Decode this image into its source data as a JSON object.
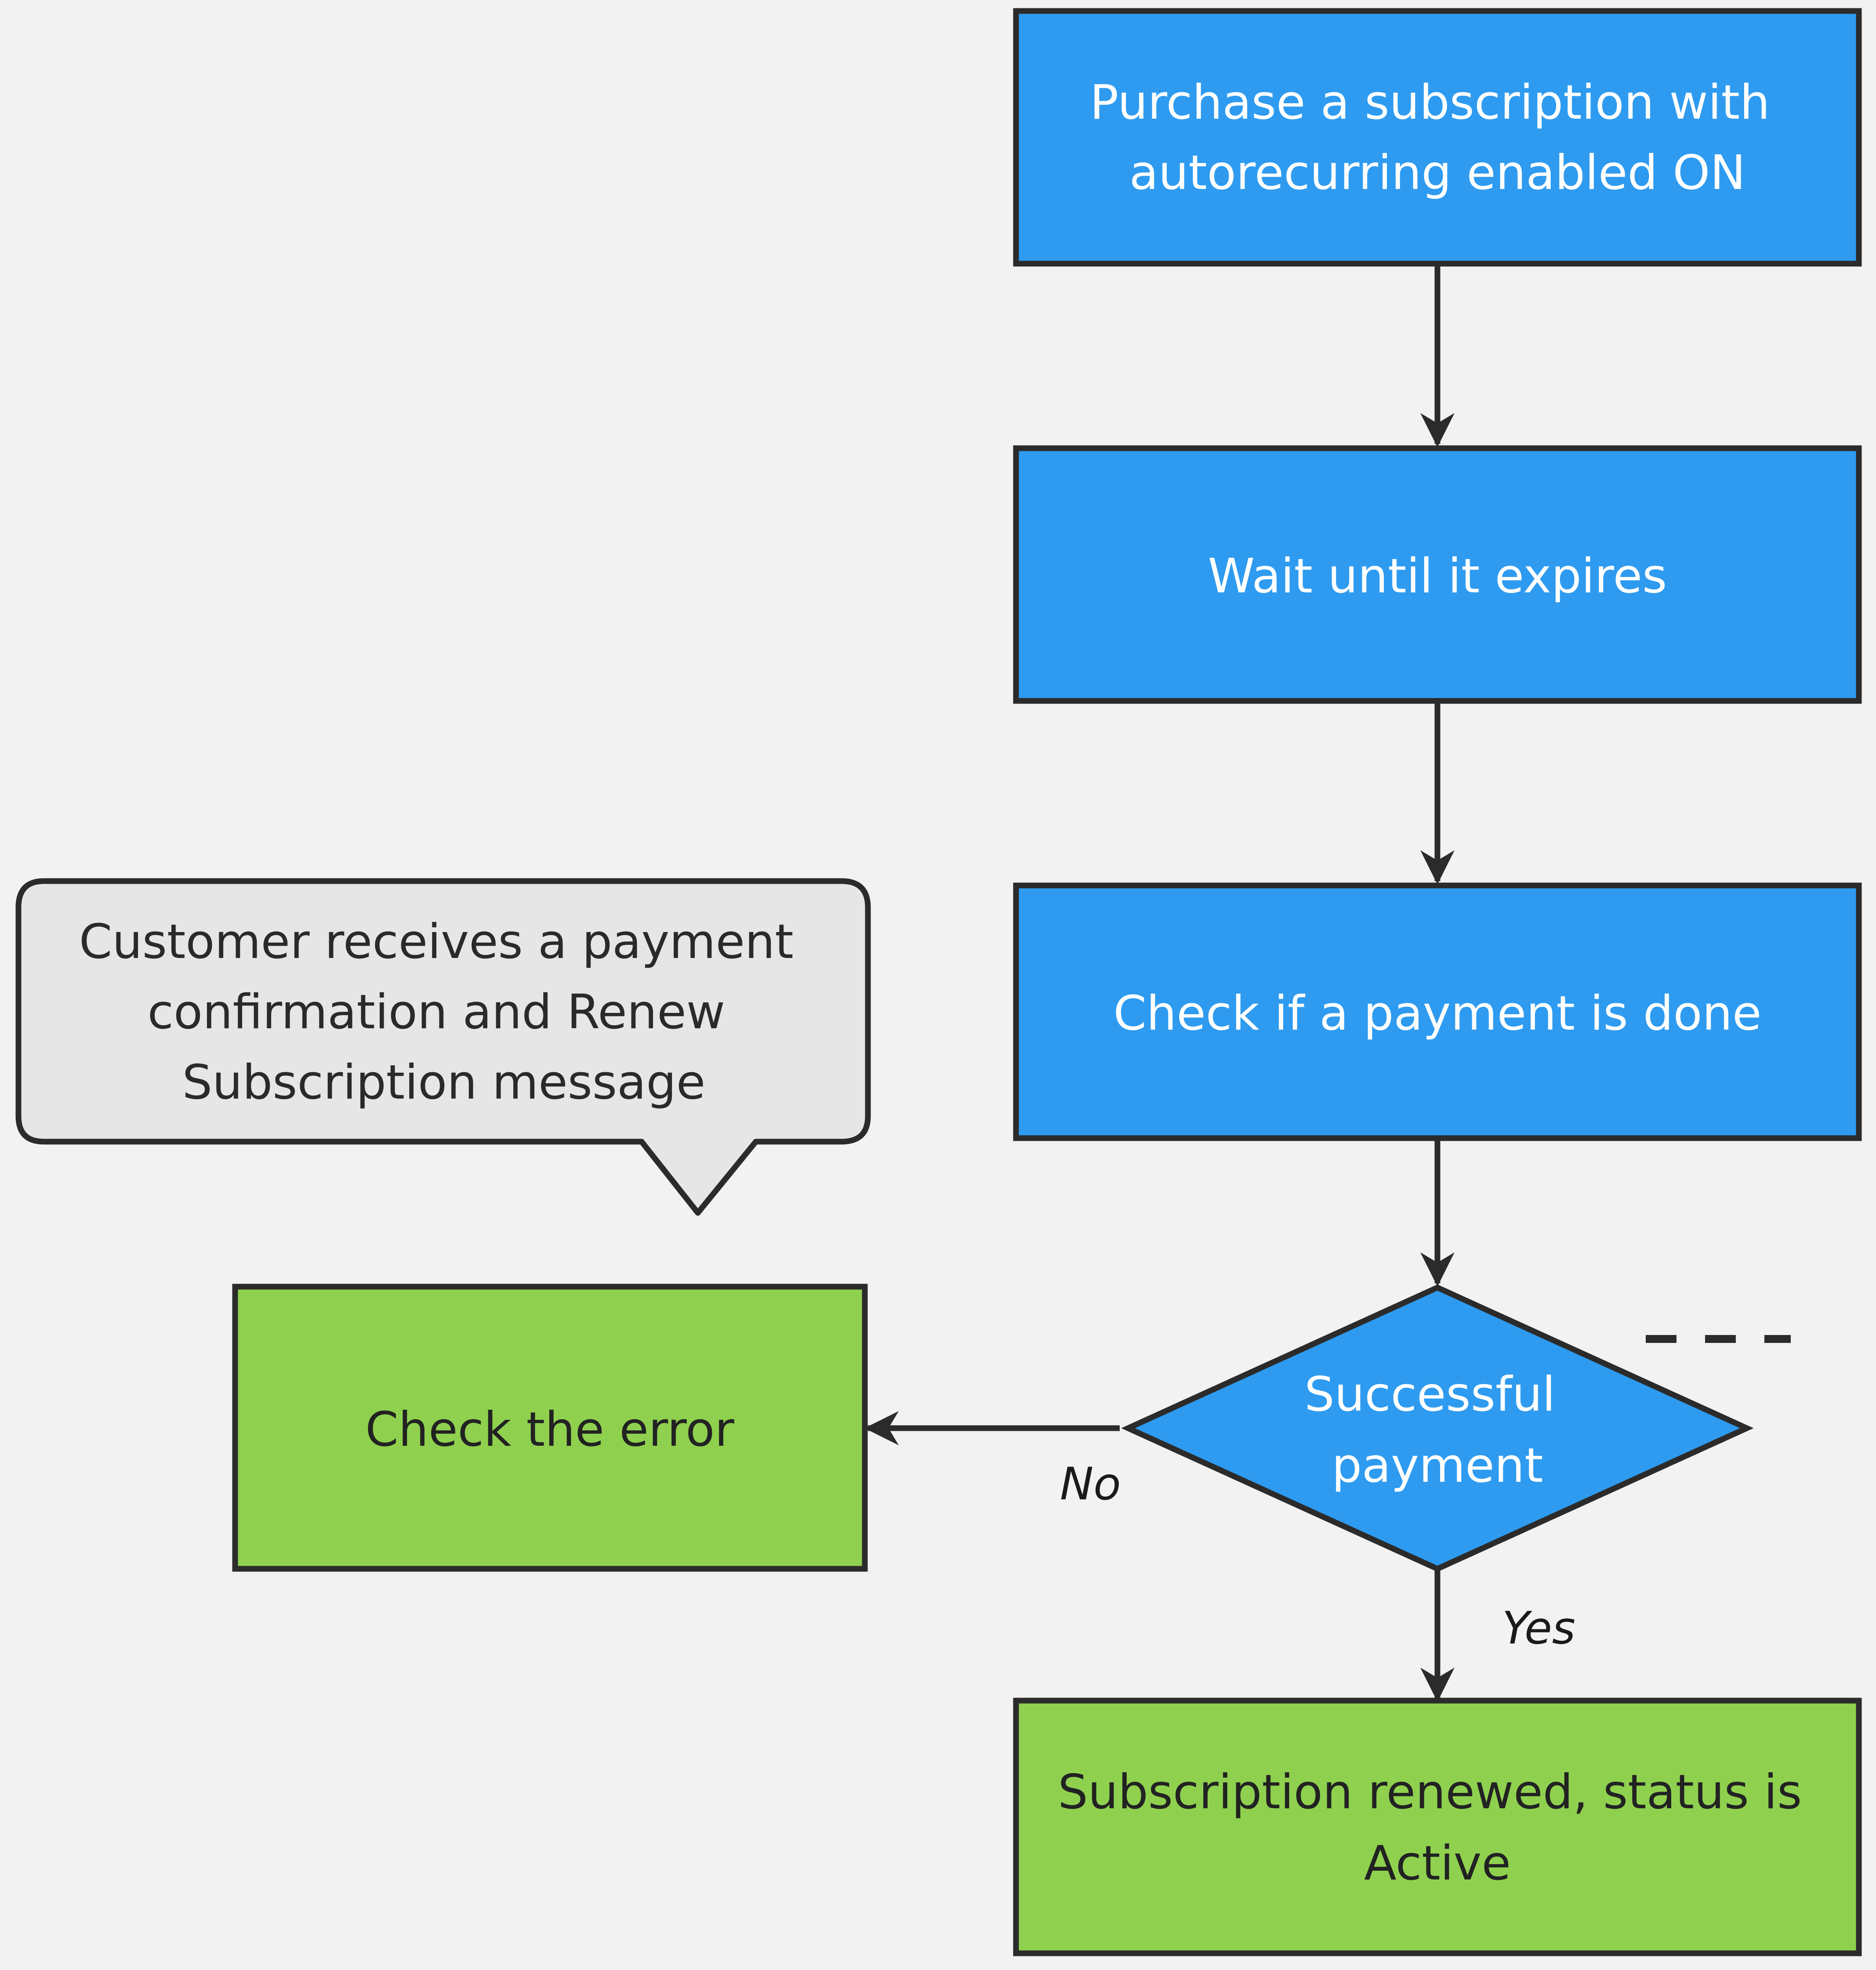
{
  "colors": {
    "background": "#f2f2f2",
    "process_fill": "#2e9bf0",
    "end_fill": "#8fd14f",
    "callout_fill": "#e6e6e6",
    "stroke": "#2b2b2b",
    "light_text": "#ffffff",
    "dark_text": "#222222"
  },
  "nodes": {
    "purchase": {
      "lines": [
        "Purchase a subscription with",
        "autorecurring enabled ON"
      ]
    },
    "wait": {
      "lines": [
        "Wait until it expires"
      ]
    },
    "check_payment": {
      "lines": [
        "Check if a payment is done"
      ]
    },
    "decision": {
      "lines": [
        "Successful",
        "payment"
      ]
    },
    "error": {
      "lines": [
        "Check the error"
      ]
    },
    "renewed": {
      "lines": [
        "Subscription renewed, status is",
        "Active"
      ]
    },
    "callout": {
      "lines": [
        "Customer receives a payment",
        "confirmation and Renew",
        "Subscription message"
      ]
    }
  },
  "edges": {
    "no_label": "No",
    "yes_label": "Yes"
  }
}
